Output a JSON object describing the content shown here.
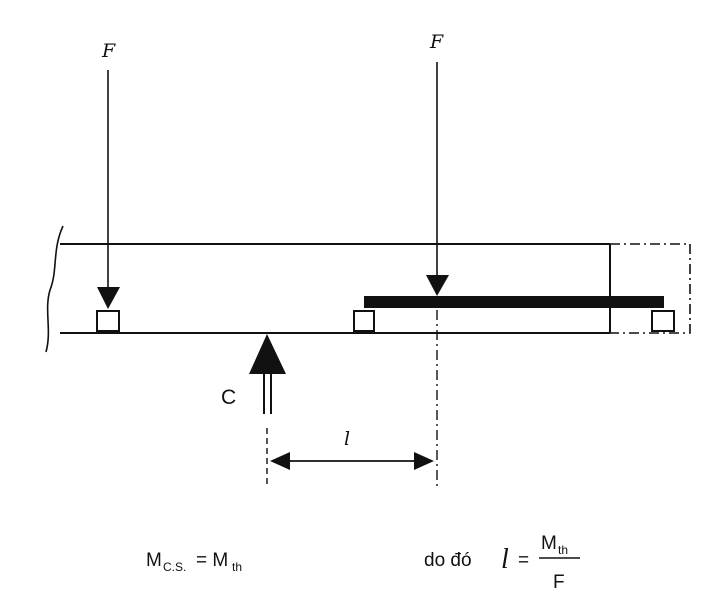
{
  "diagram": {
    "force_left_label": "F",
    "force_right_label": "F",
    "reaction_label": "C",
    "distance_label": "l",
    "formula_left": {
      "main": "M",
      "sub": "C.S.",
      "equals": "= M",
      "rhs_sub": "th"
    },
    "formula_right": {
      "prefix": "do đó",
      "variable": "l",
      "equals": "=",
      "numerator_main": "M",
      "numerator_sub": "th",
      "denominator": "F"
    }
  },
  "colors": {
    "ink": "#111111",
    "background": "#ffffff"
  }
}
